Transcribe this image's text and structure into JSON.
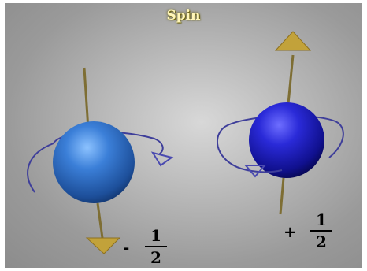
{
  "title": "Spin",
  "left_particle": {
    "sign": "-",
    "numerator": "1",
    "denominator": "2"
  },
  "right_particle": {
    "sign": "+",
    "numerator": "1",
    "denominator": "2"
  },
  "colors": {
    "axis": "#8a7a3a",
    "arrowhead": "#c8aa3c",
    "left_sphere": "#2f6fc7",
    "right_sphere": "#1a1ab8",
    "rotation_arrow": "#4a4a9a"
  }
}
